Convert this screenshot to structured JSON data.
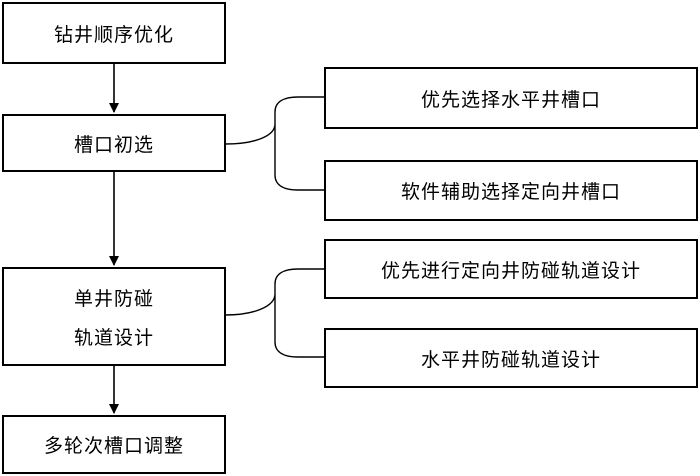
{
  "flow": {
    "step1": "钻井顺序优化",
    "step2": "槽口初选",
    "step3_line1": "单井防碰",
    "step3_line2": "轨道设计",
    "step4": "多轮次槽口调整"
  },
  "branches": {
    "slot_option1": "优先选择水平井槽口",
    "slot_option2": "软件辅助选择定向井槽口",
    "design_option1": "优先进行定向井防碰轨道设计",
    "design_option2": "水平井防碰轨道设计"
  },
  "colors": {
    "line": "#000000",
    "background": "#ffffff"
  }
}
